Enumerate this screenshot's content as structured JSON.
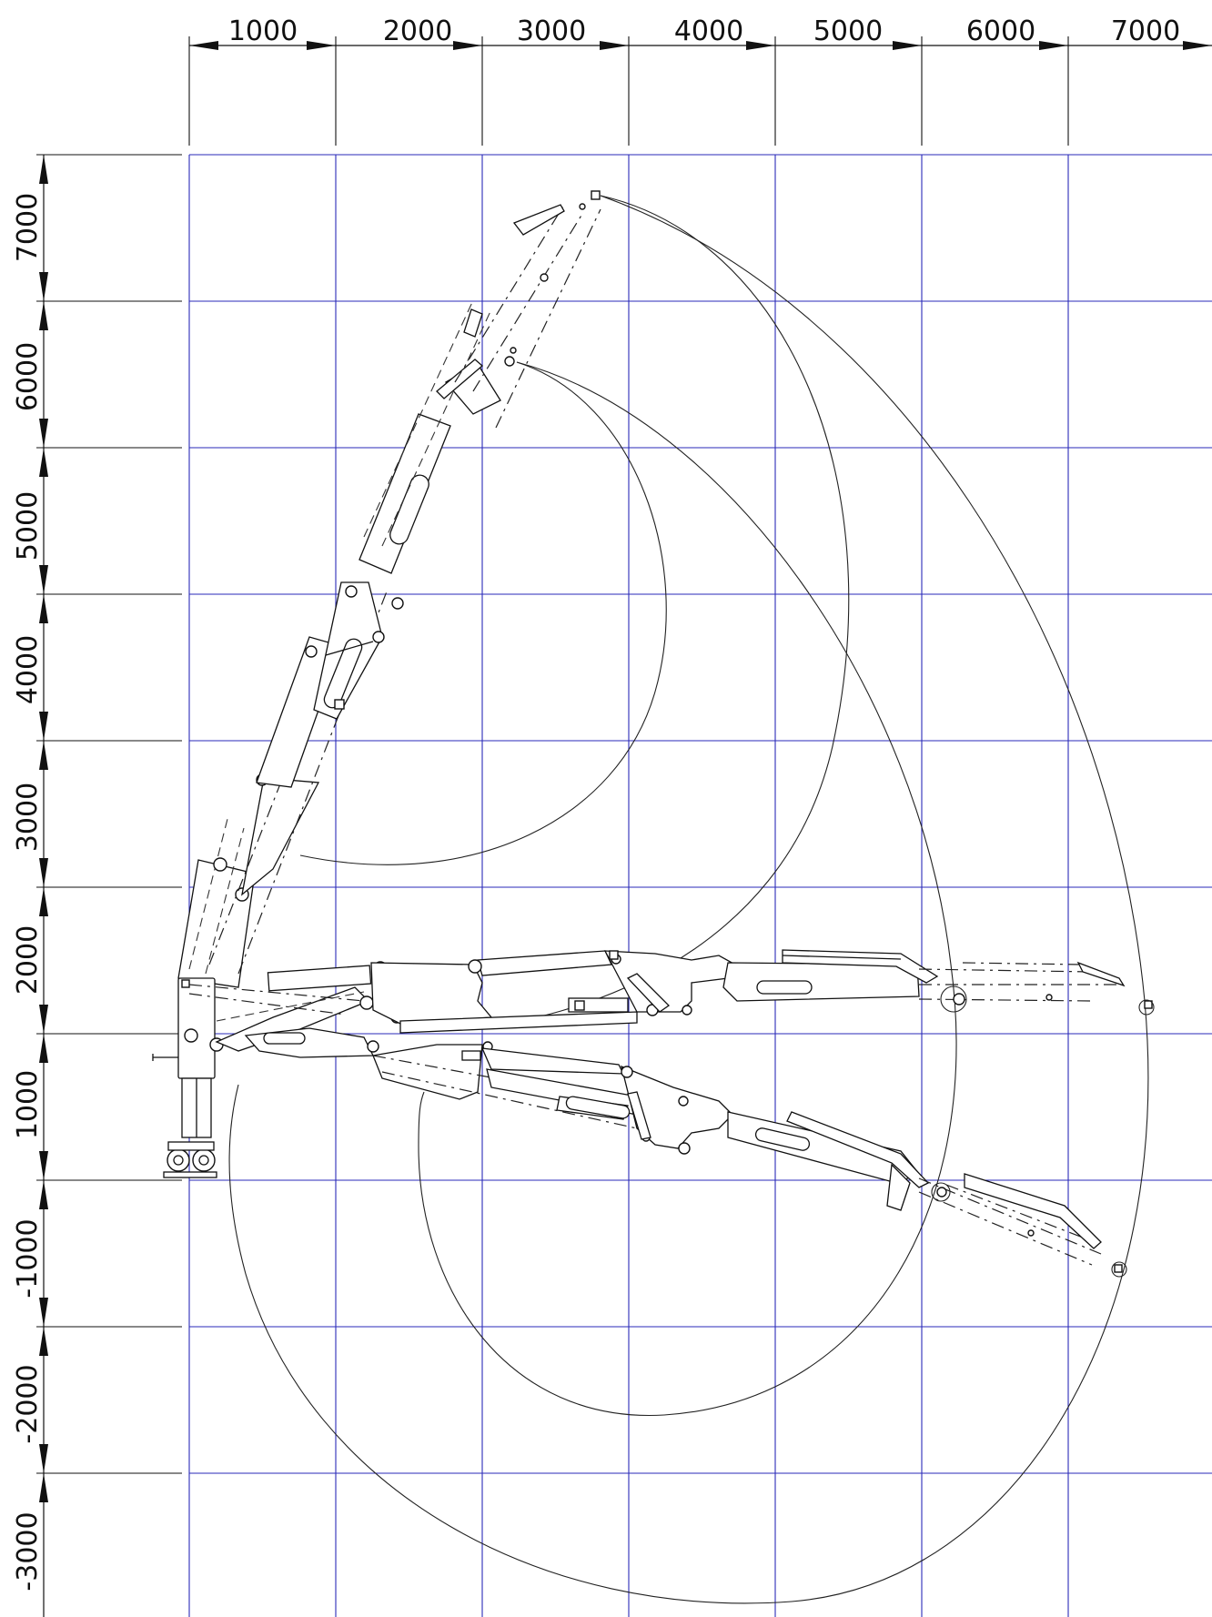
{
  "diagram": {
    "x_axis": {
      "tick_labels": [
        "1000",
        "2000",
        "3000",
        "4000",
        "5000",
        "6000",
        "7000"
      ]
    },
    "y_axis": {
      "tick_labels": [
        "7000",
        "6000",
        "5000",
        "4000",
        "3000",
        "2000",
        "1000",
        "-1000",
        "-2000",
        "-3000"
      ]
    },
    "colors": {
      "grid": "#2a2ab8",
      "ink": "#111111",
      "background": "#ffffff"
    }
  }
}
